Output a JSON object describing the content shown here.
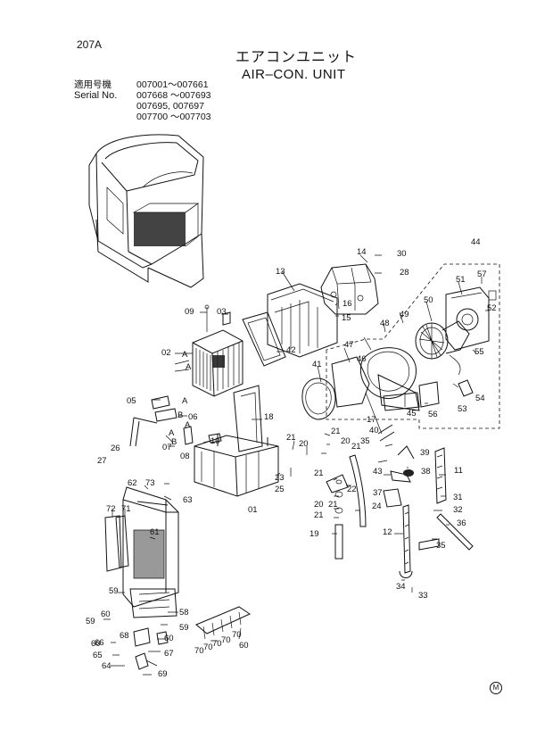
{
  "page": {
    "code": "207A",
    "title_jp": "エアコンユニット",
    "title_en": "AIR–CON.  UNIT",
    "serial_label_jp": "適用号機",
    "serial_label_en": "Serial No.",
    "serial_ranges": [
      "007001～007661",
      "007668 ～007693",
      "007695, 007697",
      "007700 ～007703"
    ],
    "corner_mark": "M"
  },
  "part_numbers": [
    "01",
    "02",
    "03",
    "05",
    "06",
    "07",
    "08",
    "09",
    "10",
    "11",
    "12",
    "13",
    "14",
    "15",
    "16",
    "17",
    "18",
    "19",
    "20",
    "21",
    "22",
    "23",
    "24",
    "25",
    "26",
    "27",
    "28",
    "30",
    "31",
    "32",
    "33",
    "34",
    "35",
    "36",
    "37",
    "38",
    "39",
    "40",
    "41",
    "42",
    "43",
    "44",
    "45",
    "46",
    "47",
    "48",
    "49",
    "50",
    "51",
    "52",
    "53",
    "54",
    "55",
    "56",
    "57",
    "58",
    "59",
    "60",
    "61",
    "62",
    "63",
    "64",
    "65",
    "66",
    "67",
    "68",
    "69",
    "70",
    "71",
    "72",
    "73"
  ],
  "sub_labels": [
    "A",
    "A",
    "A",
    "A",
    "B",
    "A",
    "B"
  ]
}
